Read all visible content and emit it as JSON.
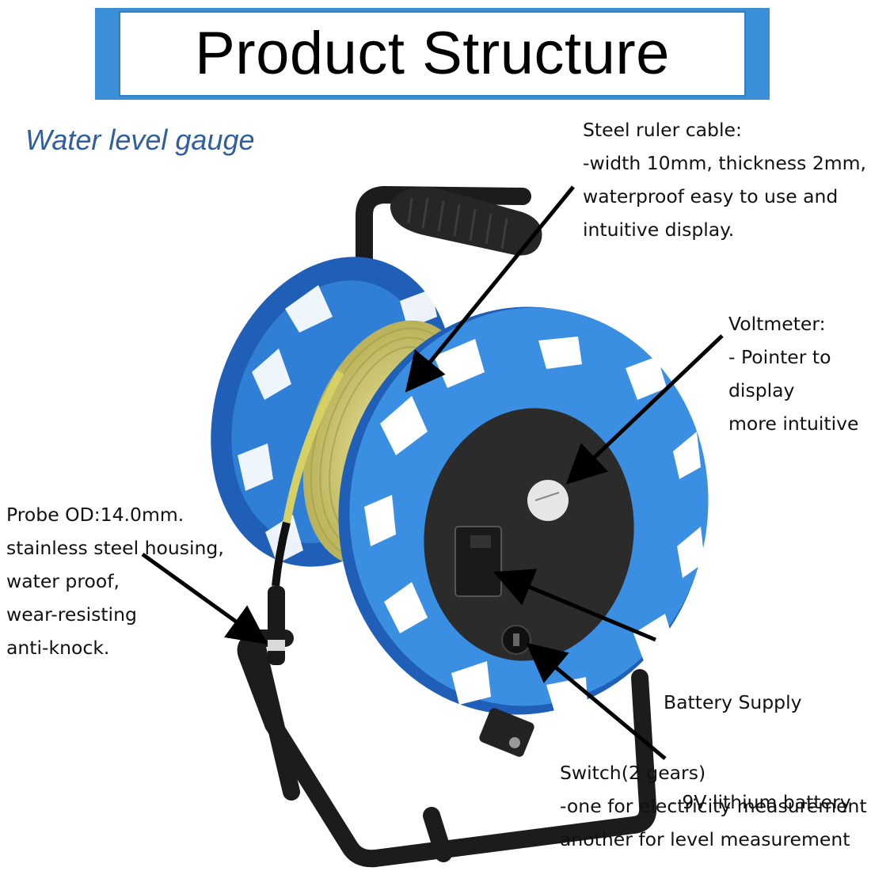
{
  "header": {
    "title": "Product Structure"
  },
  "subtitle": "Water level gauge",
  "callouts": {
    "steel_ruler": {
      "lines": [
        "Steel ruler cable:",
        "-width 10mm, thickness 2mm,",
        "waterproof easy to use and",
        "intuitive display."
      ]
    },
    "voltmeter": {
      "lines": [
        "Voltmeter:",
        "- Pointer to",
        "display",
        "more intuitive"
      ]
    },
    "probe": {
      "lines": [
        "Probe OD:14.0mm.",
        "stainless steel housing,",
        "water proof,",
        "wear-resisting",
        "anti-knock."
      ]
    },
    "battery": {
      "lines": [
        "Battery Supply",
        " - 9V lithium battery"
      ]
    },
    "switch": {
      "lines": [
        "Switch(2 gears)",
        "-one for electricity measurement",
        "another for level measurement"
      ]
    }
  },
  "colors": {
    "banner_blue": "#3a8fd8",
    "reel_blue": "#2f7fd6",
    "reel_blue_dark": "#1f5fb8",
    "subtitle_blue": "#2f5f9e",
    "tape_yellow": "#d8d27a",
    "panel_black": "#2b2b2b",
    "frame_black": "#1c1c1c"
  }
}
